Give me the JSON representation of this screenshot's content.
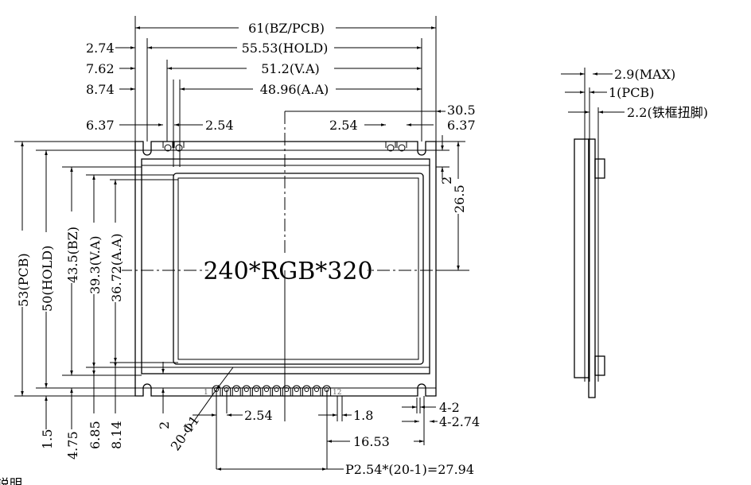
{
  "drawing": {
    "resolution_label": "240*RGB*320",
    "pin_first": "1",
    "pin_last": "12",
    "notes_heading": "说明"
  },
  "top_dims": {
    "bz_pcb": "61(BZ/PCB)",
    "hold": "55.53(HOLD)",
    "va": "51.2(V.A)",
    "aa": "48.96(A.A)",
    "left_274": "2.74",
    "left_762": "7.62",
    "left_874": "8.74",
    "left_637": "6.37",
    "left_254": "2.54",
    "right_254": "2.54",
    "right_637": "6.37",
    "right_305": "30.5",
    "right_2": "2",
    "right_265": "26.5"
  },
  "left_dims": {
    "pcb": "53(PCB)",
    "hold": "50(HOLD)",
    "bz": "43.5(BZ)",
    "va": "39.3(V.A)",
    "aa": "36.72(A.A)",
    "d15": "1.5",
    "d475": "4.75",
    "d685": "6.85",
    "d814": "8.14",
    "d2": "2"
  },
  "bottom_dims": {
    "holes": "20-Φ1",
    "pitch": "2.54",
    "pad": "1.8",
    "slot_w": "4-2",
    "slot_l": "4-2.74",
    "offset": "16.53",
    "total": "P2.54*(20-1)=27.94"
  },
  "side_dims": {
    "max": "2.9(MAX)",
    "pcb": "1(PCB)",
    "frame": "2.2(铁框扭脚)"
  }
}
